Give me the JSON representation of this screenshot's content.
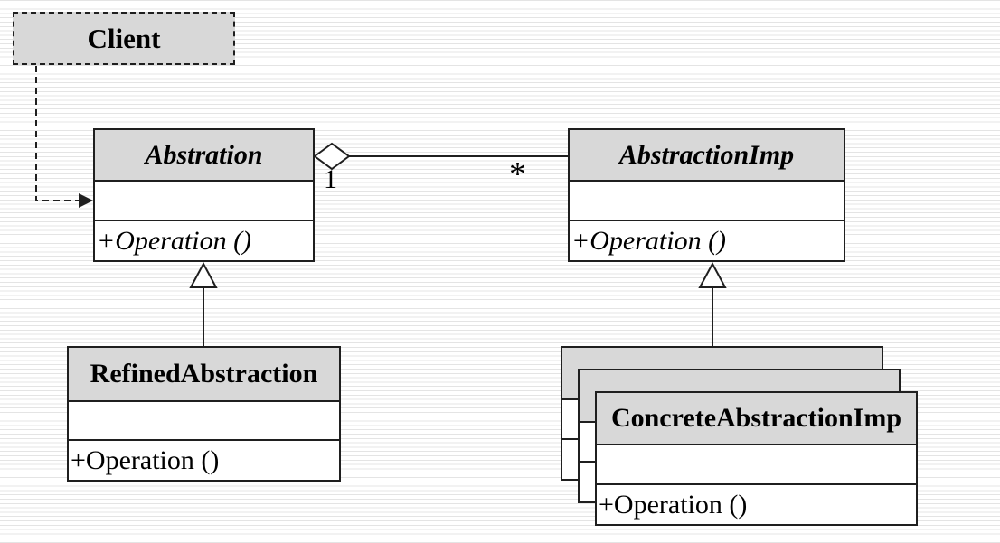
{
  "classes": {
    "client": {
      "name": "Client"
    },
    "abstraction": {
      "name": "Abstration",
      "abstract": true,
      "operations": [
        "+Operation ()"
      ]
    },
    "abstraction_imp": {
      "name": "AbstractionImp",
      "abstract": true,
      "operations": [
        "+Operation ()"
      ]
    },
    "refined_abstraction": {
      "name": "RefinedAbstraction",
      "abstract": false,
      "operations": [
        "+Operation ()"
      ]
    },
    "concrete_abstraction_imp": {
      "name": "ConcreteAbstractionImp",
      "abstract": false,
      "stacked_copies": 3,
      "operations": [
        "+Operation ()"
      ]
    }
  },
  "relationships": {
    "dependency": {
      "type": "dashed-arrow",
      "from": "Client",
      "to": "Abstration"
    },
    "aggregation": {
      "type": "aggregation",
      "from": "Abstration",
      "to": "AbstractionImp",
      "multiplicity_from": "1",
      "multiplicity_to": "*"
    },
    "generalization_refined": {
      "type": "generalization",
      "from": "RefinedAbstraction",
      "to": "Abstration"
    },
    "generalization_concrete": {
      "type": "generalization",
      "from": "ConcreteAbstractionImp",
      "to": "AbstractionImp"
    }
  },
  "colors": {
    "header_fill": "#d8d8d8",
    "border": "#1f1f1f",
    "stripe": "#e4e4e4"
  }
}
